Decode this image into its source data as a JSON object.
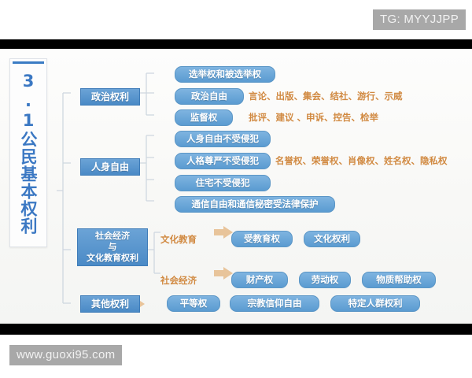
{
  "watermarks": {
    "top": "TG: MYYJJPP",
    "bottom": "www.guoxi95.com"
  },
  "colors": {
    "node_primary": "#4a8ac6",
    "node_secondary": "#5a9bd1",
    "annotation": "#d18a42",
    "title_text": "#3b78c3",
    "canvas_bg": "#fbfbf9",
    "bar": "#000000"
  },
  "diagram": {
    "root": {
      "number": "3.1",
      "title": "公民基本权利",
      "full_label": "3.1公民基本权利"
    },
    "branches": [
      {
        "label": "政治权利",
        "children": [
          {
            "label": "选举权和被选举权",
            "annotation": ""
          },
          {
            "label": "政治自由",
            "annotation": "言论、出版、集会、结社、游行、示威"
          },
          {
            "label": "监督权",
            "annotation": "批评、建议 、申诉、控告、检举"
          }
        ]
      },
      {
        "label": "人身自由",
        "children": [
          {
            "label": "人身自由不受侵犯",
            "annotation": ""
          },
          {
            "label": "人格尊严不受侵犯",
            "annotation": "名誉权、荣誉权、肖像权、姓名权、隐私权"
          },
          {
            "label": "住宅不受侵犯",
            "annotation": ""
          },
          {
            "label": "通信自由和通信秘密受法律保护",
            "annotation": ""
          }
        ]
      },
      {
        "label": "社会经济\n与\n文化教育权利",
        "label_lines": [
          "社会经济",
          "与",
          "文化教育权利"
        ],
        "groups": [
          {
            "category": "文化教育",
            "items": [
              "受教育权",
              "文化权利"
            ]
          },
          {
            "category": "社会经济",
            "items": [
              "财产权",
              "劳动权",
              "物质帮助权"
            ]
          }
        ]
      },
      {
        "label": "其他权利",
        "items": [
          "平等权",
          "宗教信仰自由",
          "特定人群权利"
        ]
      }
    ]
  }
}
